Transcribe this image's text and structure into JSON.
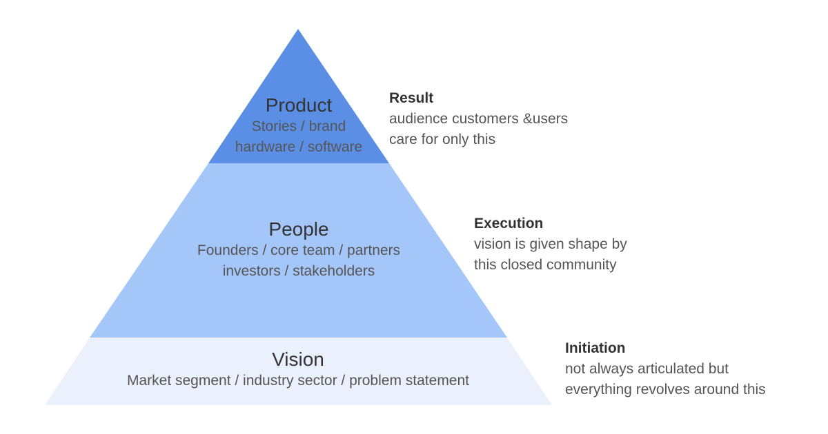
{
  "colors": {
    "product": "#5b8fe6",
    "people": "#a5c6f9",
    "vision": "#eaf1fd",
    "title_text": "#333333",
    "body_text": "#555555"
  },
  "tiers": {
    "product": {
      "title": "Product",
      "lines": [
        "Stories / brand",
        "hardware / software"
      ]
    },
    "people": {
      "title": "People",
      "lines": [
        "Founders / core team / partners",
        "investors / stakeholders"
      ]
    },
    "vision": {
      "title": "Vision",
      "lines": [
        "Market segment / industry sector / problem statement"
      ]
    }
  },
  "notes": {
    "result": {
      "title": "Result",
      "lines": [
        "audience customers &users",
        "care for only this"
      ]
    },
    "execution": {
      "title": "Execution",
      "lines": [
        "vision is given shape by",
        "this closed community"
      ]
    },
    "initiation": {
      "title": "Initiation",
      "lines": [
        "not always articulated but",
        "everything revolves around this"
      ]
    }
  }
}
